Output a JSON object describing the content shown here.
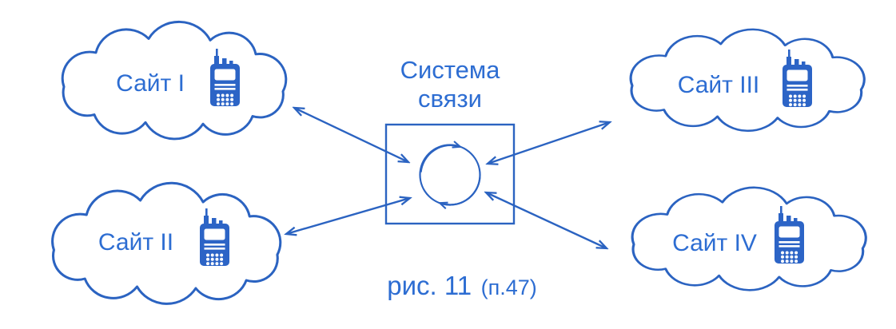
{
  "diagram": {
    "title": {
      "line1": "Система",
      "line2": "связи"
    },
    "caption": {
      "main": "рис. 11",
      "sub": "(п.47)"
    },
    "sites": [
      {
        "label": "Сайт I",
        "icon": "walkie-talkie-radio"
      },
      {
        "label": "Сайт II",
        "icon": "walkie-talkie-radio"
      },
      {
        "label": "Сайт III",
        "icon": "walkie-talkie-radio"
      },
      {
        "label": "Сайт IV",
        "icon": "walkie-talkie-radio"
      }
    ],
    "colors": {
      "stroke": "#2b63c1",
      "text": "#2d6dd2",
      "icon": "#2c64c6",
      "background": "#ffffff"
    }
  }
}
